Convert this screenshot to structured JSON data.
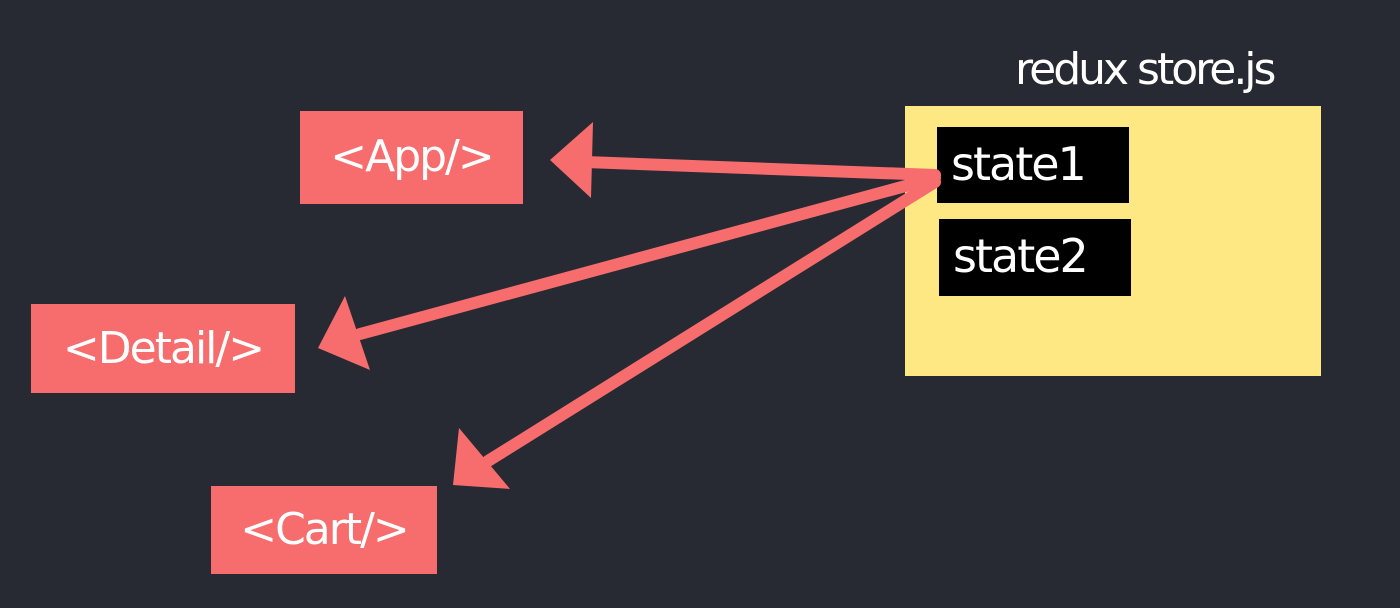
{
  "store": {
    "title": "redux store.js",
    "states": [
      "state1",
      "state2"
    ]
  },
  "components": {
    "app": "<App/>",
    "detail": "<Detail/>",
    "cart": "<Cart/>"
  },
  "colors": {
    "background": "#282a33",
    "store_fill": "#fde883",
    "component_fill": "#f76d6d",
    "arrow": "#f76d6d",
    "state_chip": "#000000",
    "text": "#ffffff"
  }
}
